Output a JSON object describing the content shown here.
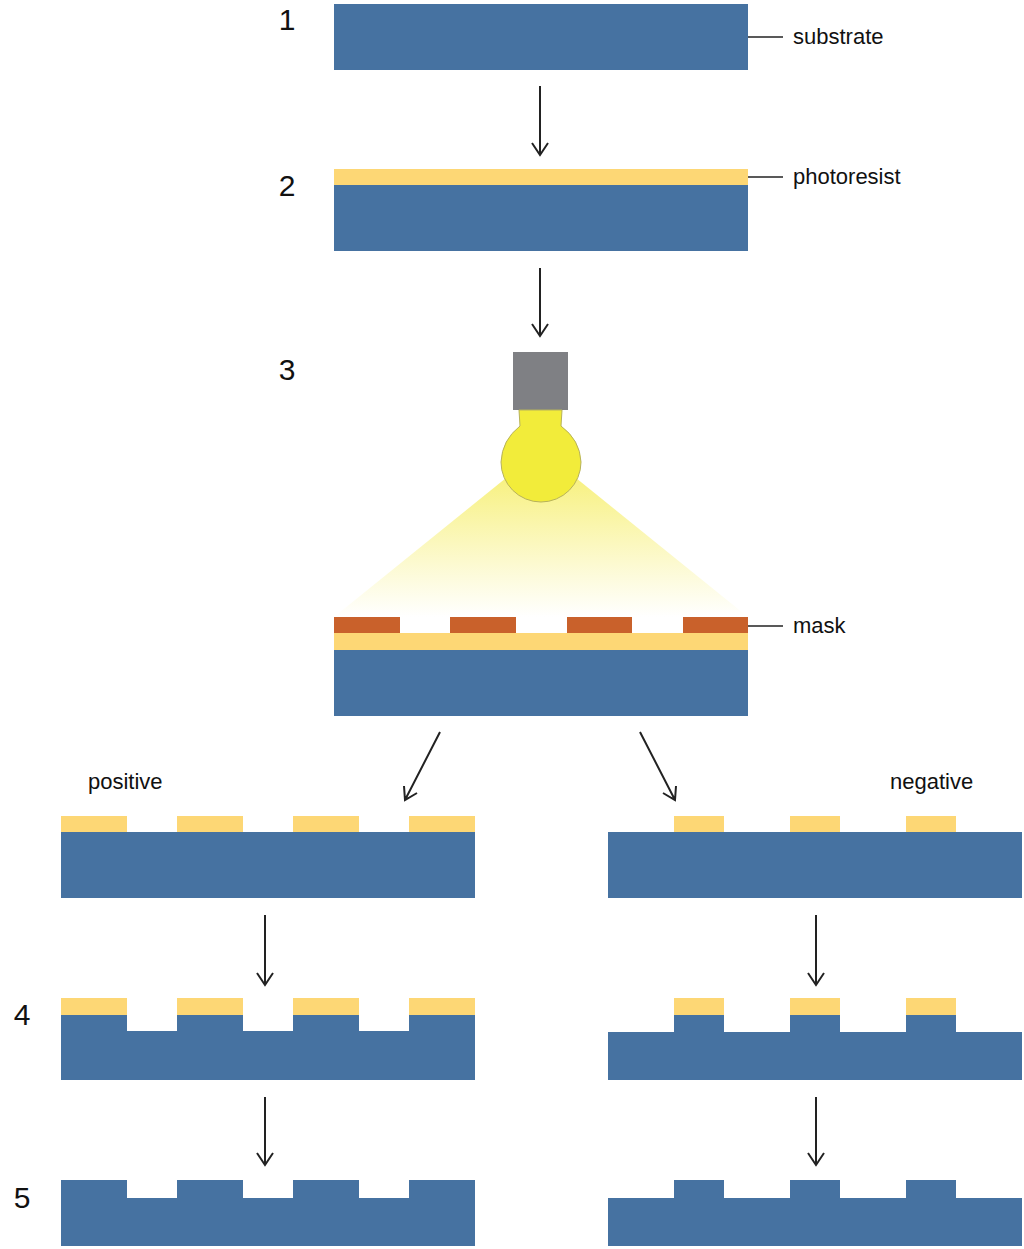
{
  "diagram": {
    "labels": [
      "1",
      "substrate",
      "2",
      "photoresist",
      "3",
      "mask",
      "positive",
      "negative",
      "4",
      "5"
    ]
  }
}
